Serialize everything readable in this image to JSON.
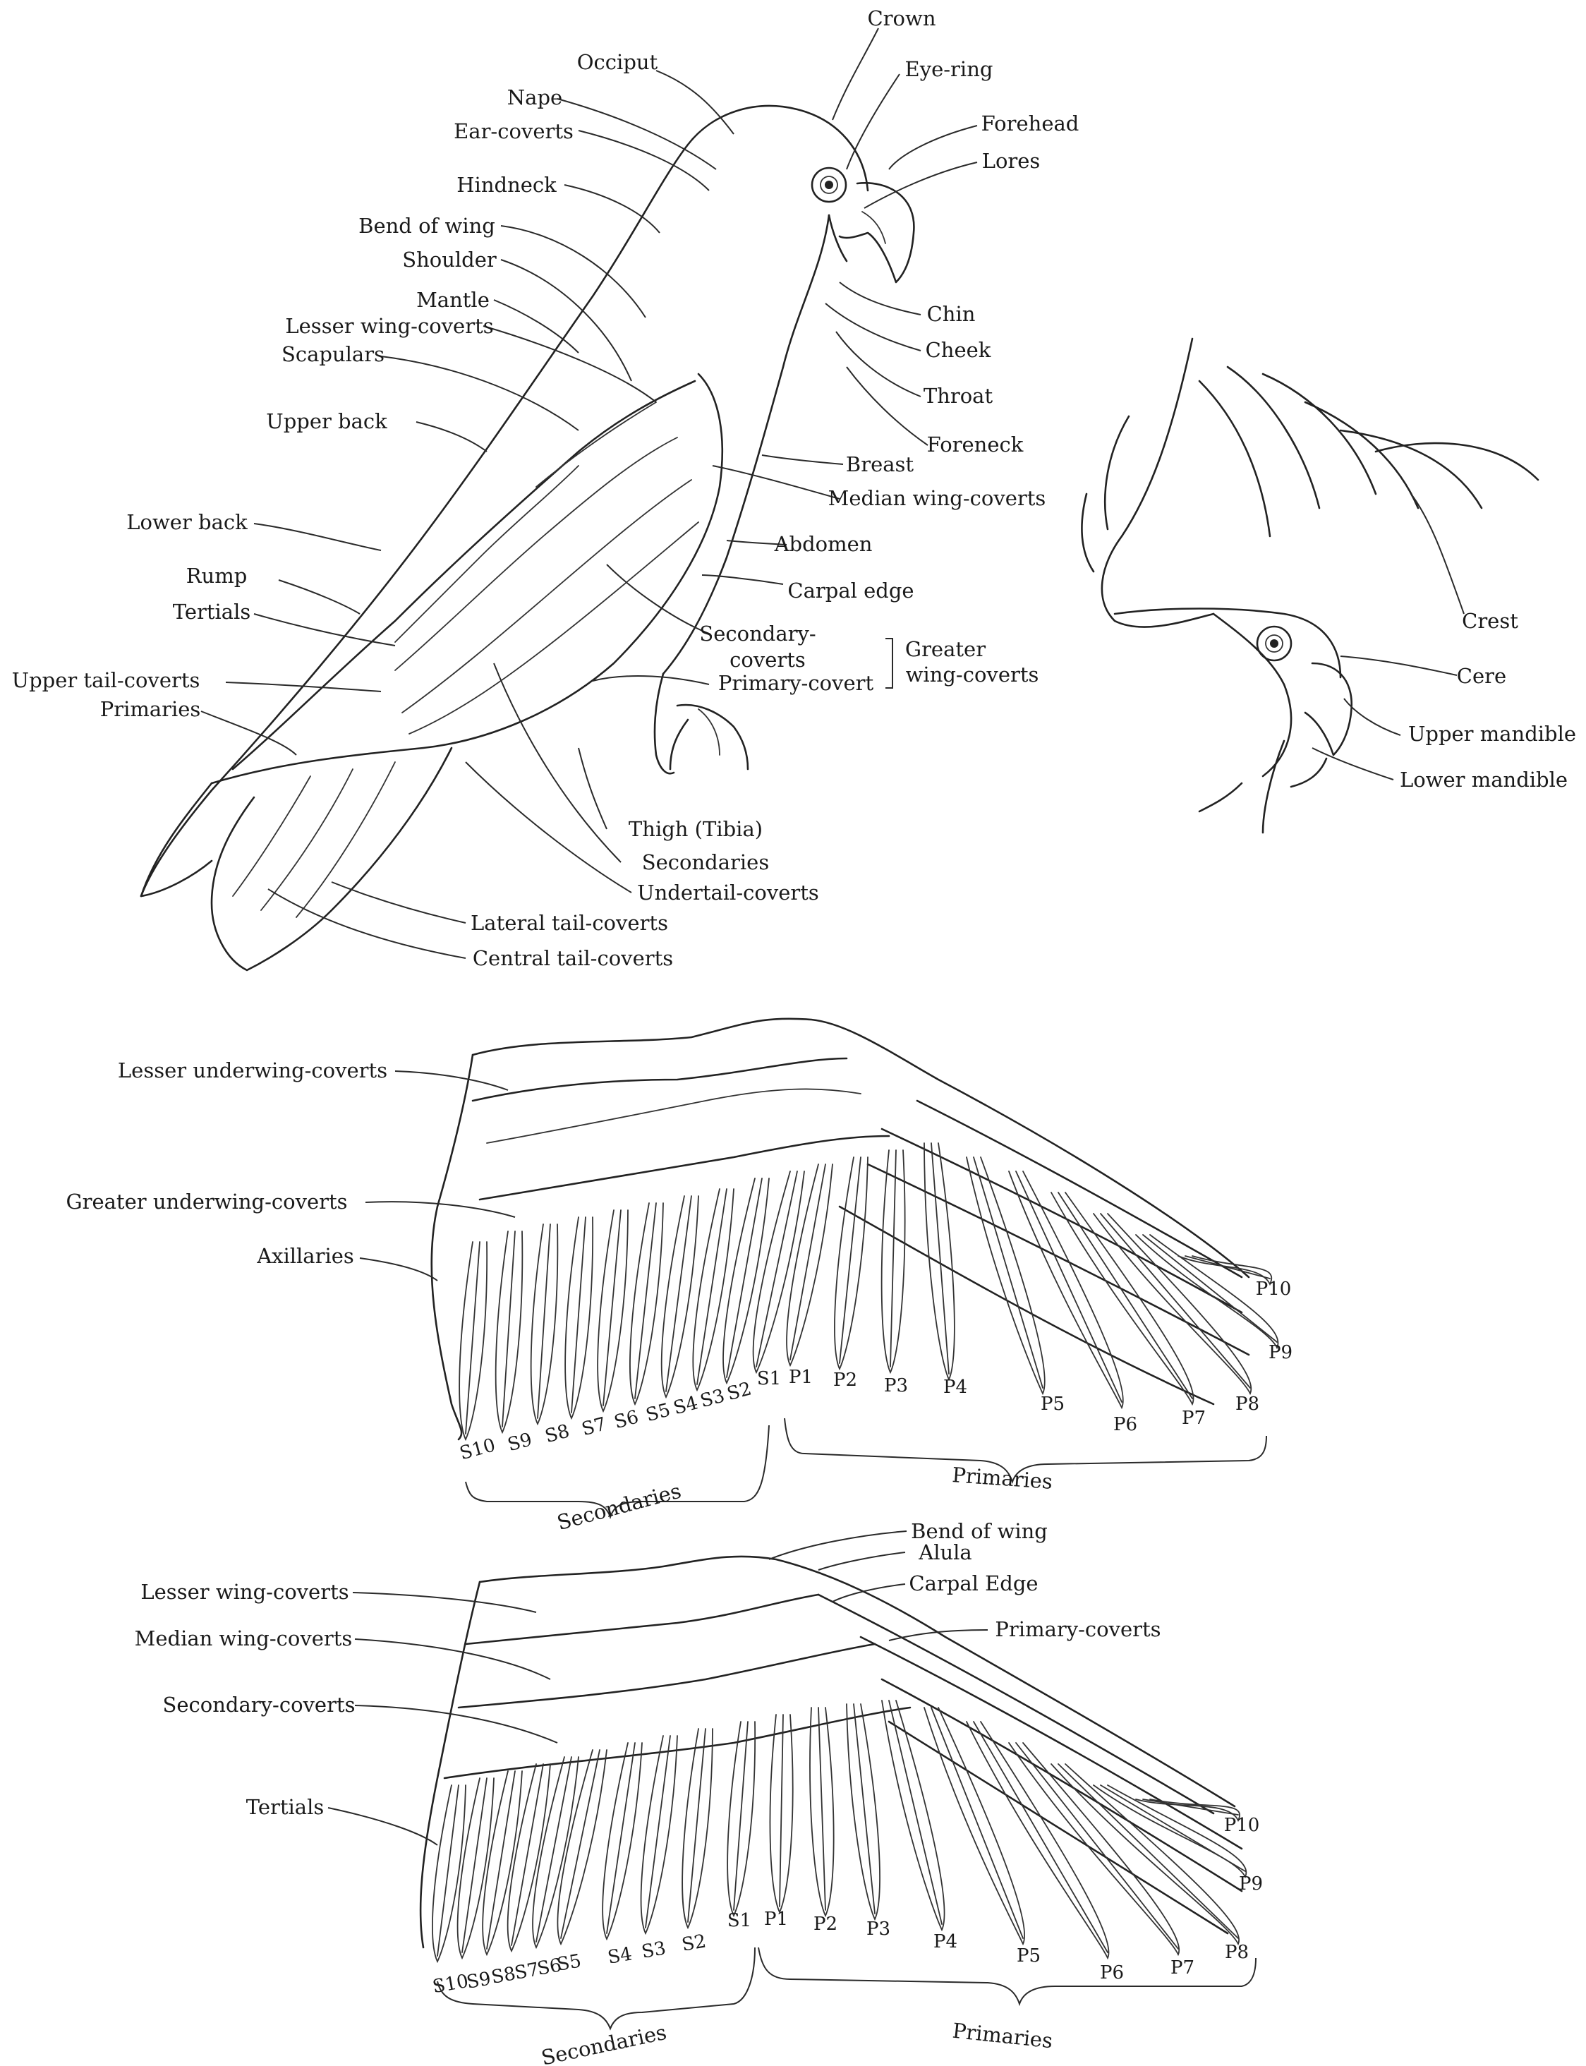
{
  "parrot": {
    "crown": "Crown",
    "occiput": "Occiput",
    "eye_ring": "Eye-ring",
    "nape": "Nape",
    "forehead": "Forehead",
    "ear_coverts": "Ear-coverts",
    "lores": "Lores",
    "hindneck": "Hindneck",
    "bend_of_wing": "Bend of wing",
    "shoulder": "Shoulder",
    "mantle": "Mantle",
    "lesser_wing_coverts": "Lesser wing-coverts",
    "chin": "Chin",
    "scapulars": "Scapulars",
    "cheek": "Cheek",
    "throat": "Throat",
    "upper_back": "Upper back",
    "foreneck": "Foreneck",
    "breast": "Breast",
    "median_wing_coverts": "Median wing-coverts",
    "lower_back": "Lower back",
    "abdomen": "Abdomen",
    "rump": "Rump",
    "carpal_edge": "Carpal edge",
    "tertials": "Tertials",
    "secondary_coverts_1": "Secondary-",
    "secondary_coverts_2": "coverts",
    "greater_1": "Greater",
    "greater_2": "wing-coverts",
    "upper_tail_coverts": "Upper tail-coverts",
    "primary_covert": "Primary-covert",
    "primaries": "Primaries",
    "thigh": "Thigh (Tibia)",
    "secondaries": "Secondaries",
    "undertail_coverts": "Undertail-coverts",
    "lateral_tail_coverts": "Lateral tail-coverts",
    "central_tail_coverts": "Central tail-coverts"
  },
  "cockatoo": {
    "crest": "Crest",
    "cere": "Cere",
    "upper_mandible": "Upper mandible",
    "lower_mandible": "Lower mandible"
  },
  "underwing": {
    "lesser_underwing_coverts": "Lesser underwing-coverts",
    "greater_underwing_coverts": "Greater underwing-coverts",
    "axillaries": "Axillaries",
    "secondaries_group": "Secondaries",
    "primaries_group": "Primaries",
    "feathers": [
      "S10",
      "S9",
      "S8",
      "S7",
      "S6",
      "S5",
      "S4",
      "S3",
      "S2",
      "S1",
      "P1",
      "P2",
      "P3",
      "P4",
      "P5",
      "P6",
      "P7",
      "P8",
      "P9",
      "P10"
    ]
  },
  "upperwing": {
    "bend_of_wing": "Bend of wing",
    "alula": "Alula",
    "carpal_edge": "Carpal Edge",
    "lesser_wing_coverts": "Lesser wing-coverts",
    "primary_coverts": "Primary-coverts",
    "median_wing_coverts": "Median wing-coverts",
    "secondary_coverts": "Secondary-coverts",
    "tertials": "Tertials",
    "secondaries_group": "Secondaries",
    "primaries_group": "Primaries",
    "feathers": [
      "S10",
      "S9",
      "S8",
      "S7",
      "S6",
      "S5",
      "S4",
      "S3",
      "S2",
      "S1",
      "P1",
      "P2",
      "P3",
      "P4",
      "P5",
      "P6",
      "P7",
      "P8",
      "P9",
      "P10"
    ]
  }
}
